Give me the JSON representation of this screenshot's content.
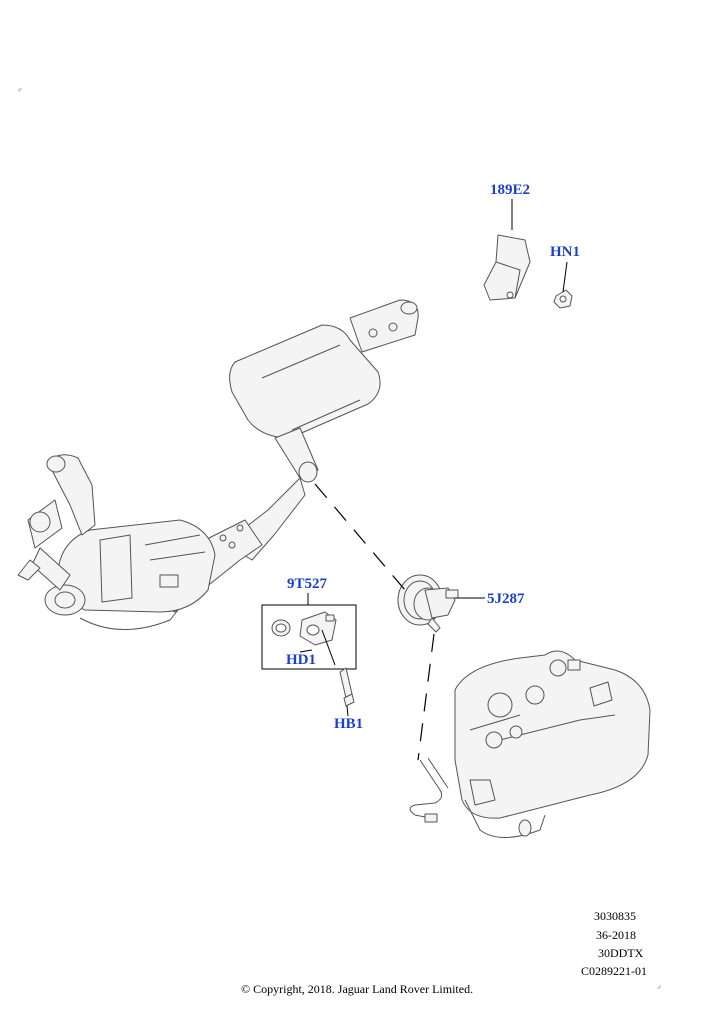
{
  "callouts": {
    "c189e2": "189E2",
    "hn1": "HN1",
    "t9t527": "9T527",
    "j5j287": "5J287",
    "hd1": "HD1",
    "hb1": "HB1"
  },
  "meta": {
    "line1": "3030835",
    "line2": "36-2018",
    "line3": "30DDTX",
    "line4": "C0289221-01"
  },
  "copyright": "© Copyright, 2018. Jaguar Land Rover Limited.",
  "colors": {
    "callout": "#1a3fd0",
    "line": "#555555",
    "fill": "#f4f4f4"
  }
}
